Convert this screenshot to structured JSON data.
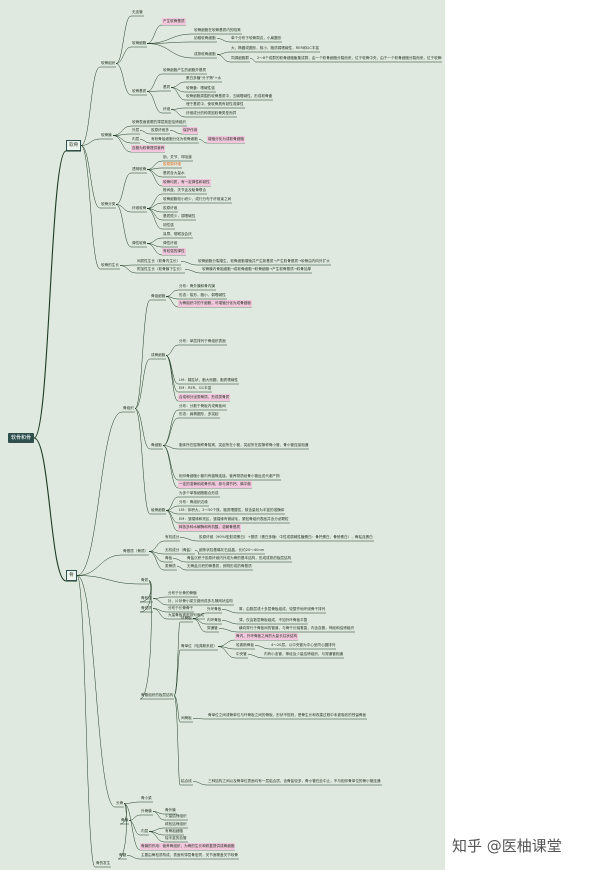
{
  "root": {
    "label": "软骨和骨"
  },
  "branches": [
    {
      "id": "b_cartilage",
      "label": "软骨"
    },
    {
      "id": "b_bone",
      "label": "骨"
    }
  ],
  "nodes": [
    {
      "id": "n1",
      "label": "软骨组织"
    },
    {
      "id": "n1a",
      "label": "无血管"
    },
    {
      "id": "n1b",
      "label": "软骨细胞"
    },
    {
      "id": "n1b1",
      "label": "产生软骨基质",
      "style": "pink"
    },
    {
      "id": "n1b2",
      "label": "软骨细胞在软骨基质内的陷窝"
    },
    {
      "id": "n1b3",
      "label": "幼稚软骨细胞"
    },
    {
      "id": "n1b3a",
      "label": "单个分布于软骨周边，小扁圆形"
    },
    {
      "id": "n1b4",
      "label": "成熟软骨细胞"
    },
    {
      "id": "n1b4a",
      "label": "大，椭圆或圆形，核小，胞质弱嗜碱性，RER和GC丰富"
    },
    {
      "id": "n1b4b",
      "label": "同源细胞群"
    },
    {
      "id": "n1b4c",
      "label": "2～8个成群的软骨细胞聚集成群，由一个软骨细胞分裂而来，位于软骨中央，由于一个软骨细胞分裂而来，位于软骨中央，由于一个软骨细胞分裂而来"
    },
    {
      "id": "n1c",
      "label": "软骨基质"
    },
    {
      "id": "n1c1",
      "label": "软骨细胞产生的细胞外基质"
    },
    {
      "id": "n1c2",
      "label": "基质"
    },
    {
      "id": "n1c2a",
      "label": "蛋白多糖\"分子筛\"+水"
    },
    {
      "id": "n1c2b",
      "label": "软骨囊：嗜碱性强"
    },
    {
      "id": "n1c2c",
      "label": "软骨细胞周围的软骨基质中，五碱嗜碱性，形成软骨囊"
    },
    {
      "id": "n1c3",
      "label": "纤维"
    },
    {
      "id": "n1c3a",
      "label": "埋于基质中，使软骨具有韧性或弹性"
    },
    {
      "id": "n1c3b",
      "label": "纤维成分的种类因软骨类型而异"
    },
    {
      "id": "n2",
      "label": "软骨膜"
    },
    {
      "id": "n2a",
      "label": "软骨表面被覆的薄层致密结缔组织"
    },
    {
      "id": "n2b",
      "label": "外层"
    },
    {
      "id": "n2b1",
      "label": "胶原纤维多"
    },
    {
      "id": "n2b2",
      "label": "保护作用",
      "style": "pink"
    },
    {
      "id": "n2c",
      "label": "内层"
    },
    {
      "id": "n2c1",
      "label": "有软骨祖细胞分化为软骨细胞"
    },
    {
      "id": "n2c2",
      "label": "增殖分化为成软骨细胞",
      "style": "pink"
    },
    {
      "id": "n2d",
      "label": "血管为软骨提供营养",
      "style": "pink"
    },
    {
      "id": "n3",
      "label": "软骨分类"
    },
    {
      "id": "n3a",
      "label": "透明软骨"
    },
    {
      "id": "n3a1",
      "label": "肋、关节、呼吸道"
    },
    {
      "id": "n3a2",
      "label": "胶原原纤维",
      "style": "orange"
    },
    {
      "id": "n3a3",
      "label": "基质含大量水"
    },
    {
      "id": "n3a4",
      "label": "软骨均质，有一定弹性和韧性",
      "style": "pink"
    },
    {
      "id": "n3b",
      "label": "纤维软骨"
    },
    {
      "id": "n3b1",
      "label": "椎间盘、关节盂及耻骨联合"
    },
    {
      "id": "n3b2",
      "label": "软骨细胞较小而少，成行分布于纤维束之间"
    },
    {
      "id": "n3b3",
      "label": "胶原纤维"
    },
    {
      "id": "n3b4",
      "label": "基质很少，弱嗜碱性"
    },
    {
      "id": "n3b5",
      "label": "韧性强"
    },
    {
      "id": "n3c",
      "label": "弹性软骨"
    },
    {
      "id": "n3c1",
      "label": "耳廓、咽喉及会厌"
    },
    {
      "id": "n3c2",
      "label": "弹性纤维"
    },
    {
      "id": "n3c3",
      "label": "有较强的弹性",
      "style": "pink"
    },
    {
      "id": "n4",
      "label": "软骨的生长"
    },
    {
      "id": "n4a",
      "label": "间质性生长（软骨内生长）"
    },
    {
      "id": "n4a1",
      "label": "软骨细胞分裂增生，软骨细胞增殖并产生新基质→产生软骨基质→软骨由内向外扩大"
    },
    {
      "id": "n4b",
      "label": "附加性生长（软骨膜下生长）"
    },
    {
      "id": "n4b1",
      "label": "软骨膜内骨祖细胞→成软骨细胞→软骨细胞→产生软骨基质→软骨加厚"
    },
    {
      "id": "n5",
      "label": "骨组织"
    },
    {
      "id": "n5a",
      "label": "骨祖细胞"
    },
    {
      "id": "n5a1",
      "label": "分布：骨外膜和骨内膜"
    },
    {
      "id": "n5a2",
      "label": "形态：梭形，胞小，弱嗜碱性"
    },
    {
      "id": "n5a3",
      "label": "为骨组织中的干细胞，可增殖分化为成骨细胞",
      "style": "pink"
    },
    {
      "id": "n5b",
      "label": "成骨细胞"
    },
    {
      "id": "n5b1",
      "label": "分布：单层排列于骨组织表面"
    },
    {
      "id": "n5b2",
      "label": "LM：矮柱状，胞大而圆，胞质嗜碱性"
    },
    {
      "id": "n5b3",
      "label": "EM：RER、GC丰富"
    },
    {
      "id": "n5b4",
      "label": "合成和分泌类骨质，形成类骨质",
      "style": "pink"
    },
    {
      "id": "n5c",
      "label": "骨细胞"
    },
    {
      "id": "n5c1",
      "label": "分布：分散于骨板内或骨板间"
    },
    {
      "id": "n5c2",
      "label": "形态：扁椭圆形，多突起"
    },
    {
      "id": "n5c3",
      "label": "胞体所在腔隙称骨陷窝，突起所在小管，突起所在腔隙称骨小管，骨小管连接相通"
    },
    {
      "id": "n5c4",
      "label": "相邻骨细胞小管内有缝隙连接，营养物质经骨小管运送代谢产物"
    },
    {
      "id": "n5c5",
      "label": "一定的溶骨和成骨作用，参与调节钙、磷平衡",
      "style": "pink"
    },
    {
      "id": "n5d",
      "label": "破骨细胞"
    },
    {
      "id": "n5d1",
      "label": "为多个单核细胞融合形成"
    },
    {
      "id": "n5d2",
      "label": "分布：骨组织边缘"
    },
    {
      "id": "n5d3",
      "label": "LM：体积大，2～50个核，胞质嗜酸性，核含量较为丰富的溶酶体"
    },
    {
      "id": "n5d4",
      "label": "EM：皱褶缘和亮区，皱褶缘有微绒毛，紧贴骨组织表面并含分泌颗粒"
    },
    {
      "id": "n5d5",
      "label": "释放多种水解酶和有机酸，溶解骨基质",
      "style": "pink"
    },
    {
      "id": "n6",
      "label": "骨基质（骨质）"
    },
    {
      "id": "n6a",
      "label": "有机成分"
    },
    {
      "id": "n6a1",
      "label": "胶原纤维（90%I型胶原蛋白）+基质（蛋白多糖：中性或弱碱性糖蛋白：骨钙蛋白、骨桥蛋白），骨粘连蛋白"
    },
    {
      "id": "n6b",
      "label": "无机成分（骨盐）"
    },
    {
      "id": "n6b1",
      "label": "细条状羟基磷灰石结晶，长约20～40nm"
    },
    {
      "id": "n6c",
      "label": "骨板"
    },
    {
      "id": "n6c1",
      "label": "骨盐沉积于胶原纤维内外成为骨的基本结构，形成成熟的板层结构"
    },
    {
      "id": "n6d",
      "label": "类骨质"
    },
    {
      "id": "n6d1",
      "label": "无骨盐沉积的骨基质，即刚形成的骨基质"
    },
    {
      "id": "n7",
      "label": "骨质"
    },
    {
      "id": "n7a",
      "label": "骨松质"
    },
    {
      "id": "n7a1",
      "label": "分布于长骨的骨骺"
    },
    {
      "id": "n7a2",
      "label": "针、片状骨小梁交错而成多孔隙网状结构"
    },
    {
      "id": "n7b",
      "label": "骨密质"
    },
    {
      "id": "n7b1",
      "label": "分布于长骨骨干"
    },
    {
      "id": "n7b2",
      "label": "大量骨板紧密排列而成"
    },
    {
      "id": "n8",
      "label": "骨骼组织的板层结构"
    },
    {
      "id": "n8a",
      "label": "环骨板"
    },
    {
      "id": "n8a1",
      "label": "外环骨板"
    },
    {
      "id": "n8a1a",
      "label": "厚，由数层或十多层骨板组成，较整齐地环绕骨干排列"
    },
    {
      "id": "n8a2",
      "label": "内环骨板"
    },
    {
      "id": "n8a2a",
      "label": "薄，仅由数层骨板组成，不如外环骨板平整"
    },
    {
      "id": "n8a3",
      "label": "穿通管"
    },
    {
      "id": "n8a3a",
      "label": "横向穿行于骨板间的管道，与骨干长轴垂直，内含血管，神经和结缔组织"
    },
    {
      "id": "n8b",
      "label": "骨单位（哈弗斯系统）"
    },
    {
      "id": "n8b1",
      "label": "骨内，外环骨板之间的大量长柱状结构",
      "style": "pink"
    },
    {
      "id": "n8b2",
      "label": "哈弗斯骨板"
    },
    {
      "id": "n8b2a",
      "label": "4～20层，以中央管为中心呈同心圆排列"
    },
    {
      "id": "n8b3",
      "label": "中央管"
    },
    {
      "id": "n8b3a",
      "label": "内有小血管，神经及少量结缔组织，与穿通管相通"
    },
    {
      "id": "n8c",
      "label": "间骨板"
    },
    {
      "id": "n8c1",
      "label": "骨单位之间或骨单位与环骨板之间的骨板，形状不规则，是骨生长和改建过程中未被吸收的残留骨板"
    },
    {
      "id": "n8d",
      "label": "粘合线"
    },
    {
      "id": "n8d1",
      "label": "三种结构之间以及骨单位表面均有一层粘合质，含骨盐较多，骨小管在此中止，不与相邻骨单位的骨小管连通"
    },
    {
      "id": "n9",
      "label": "长骨"
    },
    {
      "id": "n9a",
      "label": "骨小梁"
    },
    {
      "id": "n9b",
      "label": "骨膜"
    },
    {
      "id": "n9b1",
      "label": "外骨膜"
    },
    {
      "id": "n9b1a",
      "label": "骨外膜"
    },
    {
      "id": "n9b1b",
      "label": "少量结缔组织"
    },
    {
      "id": "n9b2",
      "label": "内层"
    },
    {
      "id": "n9b2a",
      "label": "疏松结缔组织"
    },
    {
      "id": "n9b2b",
      "label": "有骨祖细胞"
    },
    {
      "id": "n9b2c",
      "label": "较丰富的血管"
    },
    {
      "id": "n9c",
      "label": "骨膜的作用：营养骨组织，为骨的生长和修复提供成骨细胞",
      "style": "pink"
    },
    {
      "id": "n9d",
      "label": "骨髓"
    },
    {
      "id": "n9d1",
      "label": "主要由骨松质构成，表面有薄层骨密质，关节面覆盖关节软骨"
    },
    {
      "id": "n10",
      "label": "骨的发生"
    }
  ],
  "watermark": {
    "label": "知乎 @医柚课堂"
  }
}
